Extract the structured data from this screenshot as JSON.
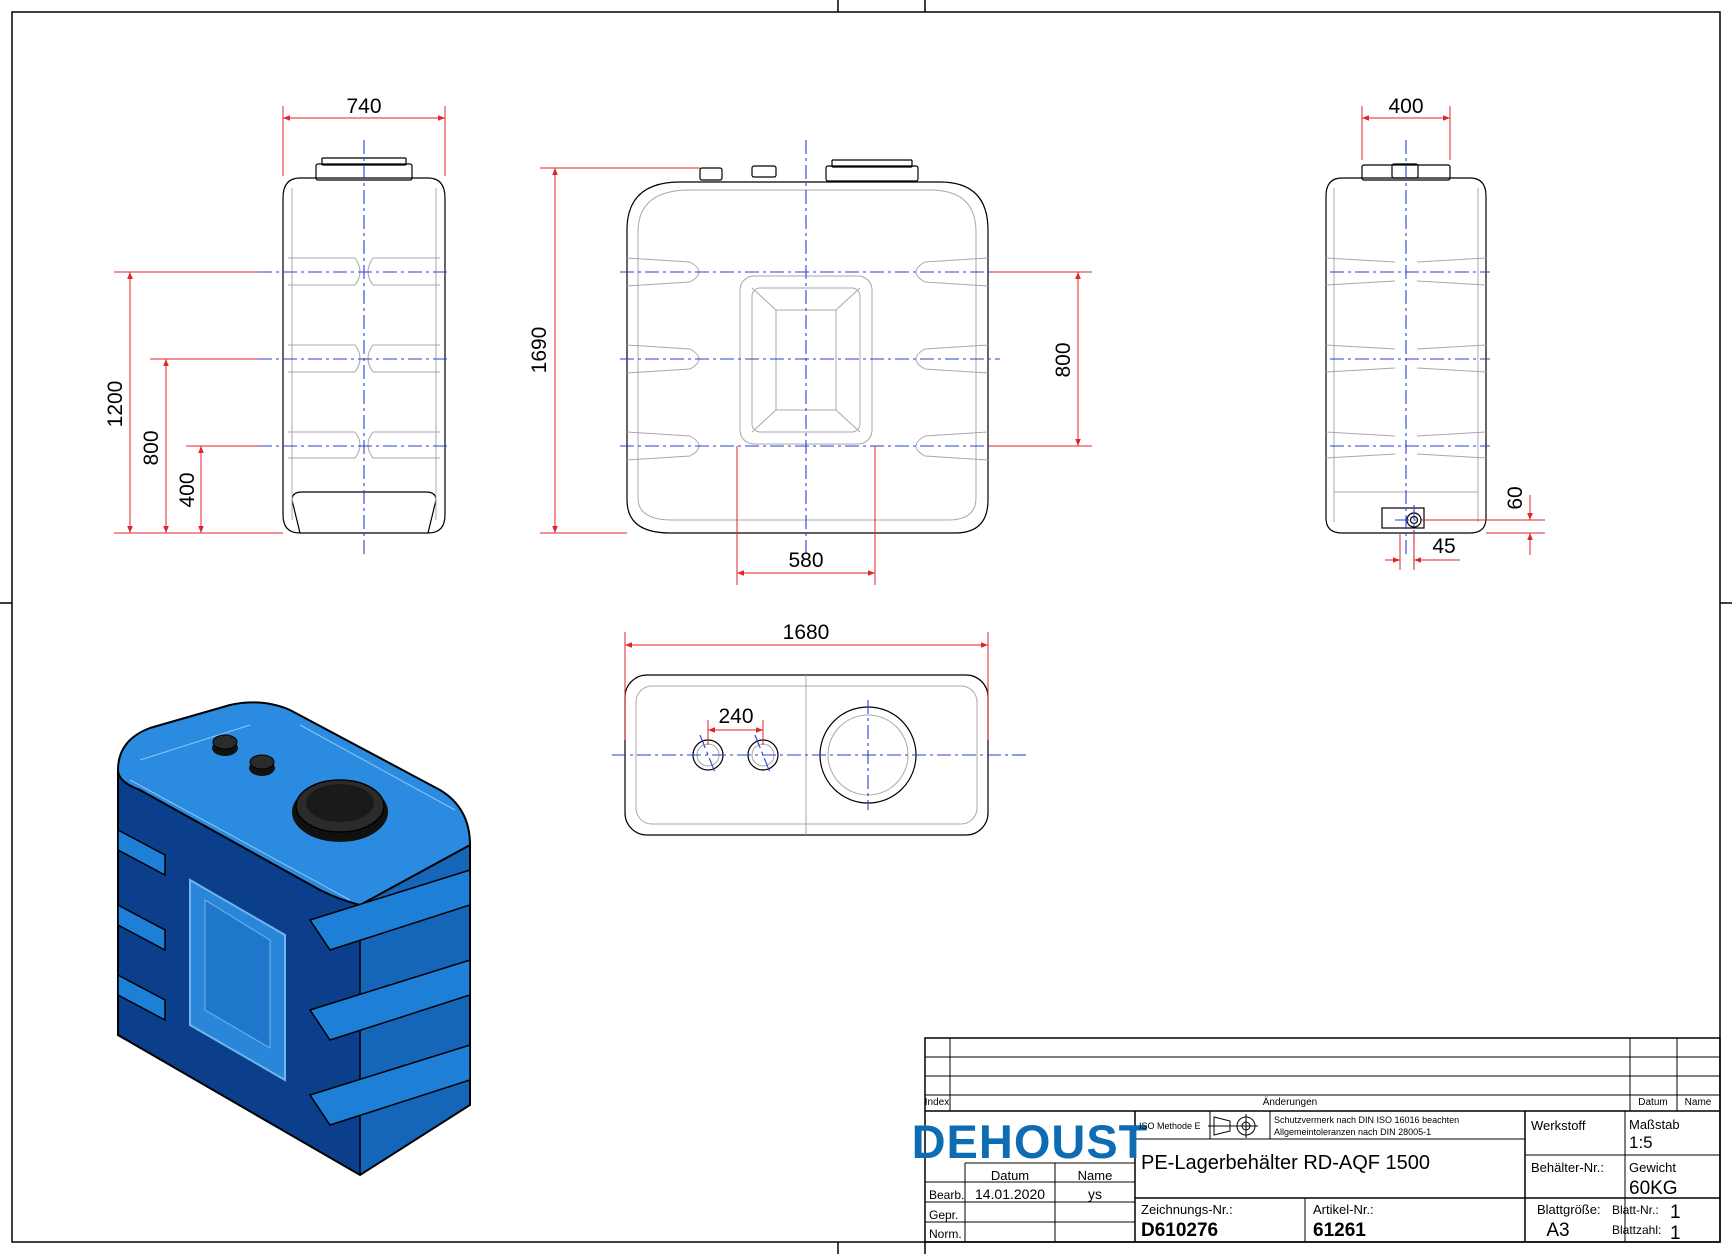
{
  "dimensions": {
    "side_left": {
      "width": "740",
      "h1200": "1200",
      "h800": "800",
      "h400": "400"
    },
    "front": {
      "height": "1690",
      "rib_spacing": "800",
      "window_width": "580"
    },
    "side_right": {
      "width": "400",
      "outlet_height": "60",
      "outlet_offset": "45"
    },
    "top": {
      "length": "1680",
      "fitting_spacing": "240"
    }
  },
  "title_block": {
    "revision_headers": {
      "index": "Index",
      "changes": "Änderungen",
      "date": "Datum",
      "name": "Name"
    },
    "logo": "DEHOUST",
    "iso_method": "ISO Methode E",
    "notes": [
      "Schutzvermerk nach DIN ISO 16016 beachten",
      "Allgemeintoleranzen nach DIN 28005-1"
    ],
    "col_date": "Datum",
    "col_name": "Name",
    "rows": [
      {
        "label": "Bearb.",
        "date": "14.01.2020",
        "name": "ys"
      },
      {
        "label": "Gepr.",
        "date": "",
        "name": ""
      },
      {
        "label": "Norm.",
        "date": "",
        "name": ""
      }
    ],
    "title": "PE-Lagerbehälter RD-AQF 1500",
    "material_label": "Werkstoff",
    "material_value": "",
    "scale_label": "Maßstab",
    "scale_value": "1:5",
    "container_no_label": "Behälter-Nr.:",
    "container_no_value": "",
    "weight_label": "Gewicht",
    "weight_value": "60KG",
    "drawing_no_label": "Zeichnungs-Nr.:",
    "drawing_no_value": "D610276",
    "article_no_label": "Artikel-Nr.:",
    "article_no_value": "61261",
    "sheet_size_label": "Blattgröße:",
    "sheet_size_value": "A3",
    "sheet_no_label": "Blatt-Nr.:",
    "sheet_no_value": "1",
    "sheet_count_label": "Blattzahl:",
    "sheet_count_value": "1"
  },
  "colors": {
    "outline": "#000000",
    "faint": "#a8a8a8",
    "centerline": "#2b3fd6",
    "dimension": "#e0262a",
    "tank_blue": "#1e7fd6",
    "tank_dark": "#0b3f8c",
    "logo_blue": "#0e6cb3"
  }
}
